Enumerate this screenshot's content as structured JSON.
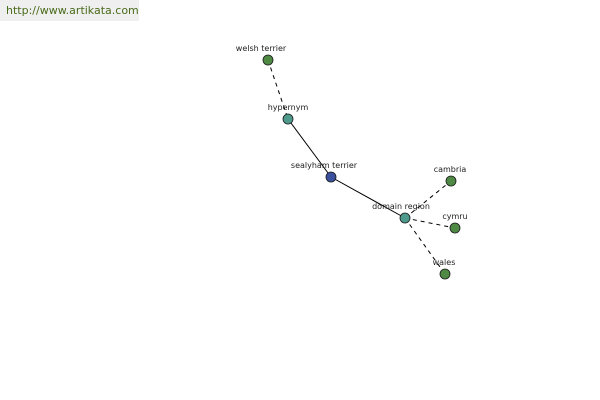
{
  "banner": {
    "url_text": "http://www.artikata.com"
  },
  "graph": {
    "colors": {
      "center_node": "#3a4f9e",
      "relation_node": "#4e9a8c",
      "leaf_node": "#4e8a44",
      "edge": "#000000"
    },
    "nodes": [
      {
        "id": "welsh-terrier",
        "label": "welsh terrier",
        "kind": "leaf"
      },
      {
        "id": "hypernym",
        "label": "hypernym",
        "kind": "relation"
      },
      {
        "id": "sealyham-terrier",
        "label": "sealyham terrier",
        "kind": "center"
      },
      {
        "id": "domain-region",
        "label": "domain region",
        "kind": "relation"
      },
      {
        "id": "cambria",
        "label": "cambria",
        "kind": "leaf"
      },
      {
        "id": "cymru",
        "label": "cymru",
        "kind": "leaf"
      },
      {
        "id": "wales",
        "label": "wales",
        "kind": "leaf"
      }
    ],
    "edges": [
      {
        "from": "welsh-terrier",
        "to": "hypernym",
        "style": "dashed"
      },
      {
        "from": "hypernym",
        "to": "sealyham-terrier",
        "style": "solid"
      },
      {
        "from": "sealyham-terrier",
        "to": "domain-region",
        "style": "solid"
      },
      {
        "from": "domain-region",
        "to": "cambria",
        "style": "dashed"
      },
      {
        "from": "domain-region",
        "to": "cymru",
        "style": "dashed"
      },
      {
        "from": "domain-region",
        "to": "wales",
        "style": "dashed"
      }
    ]
  }
}
